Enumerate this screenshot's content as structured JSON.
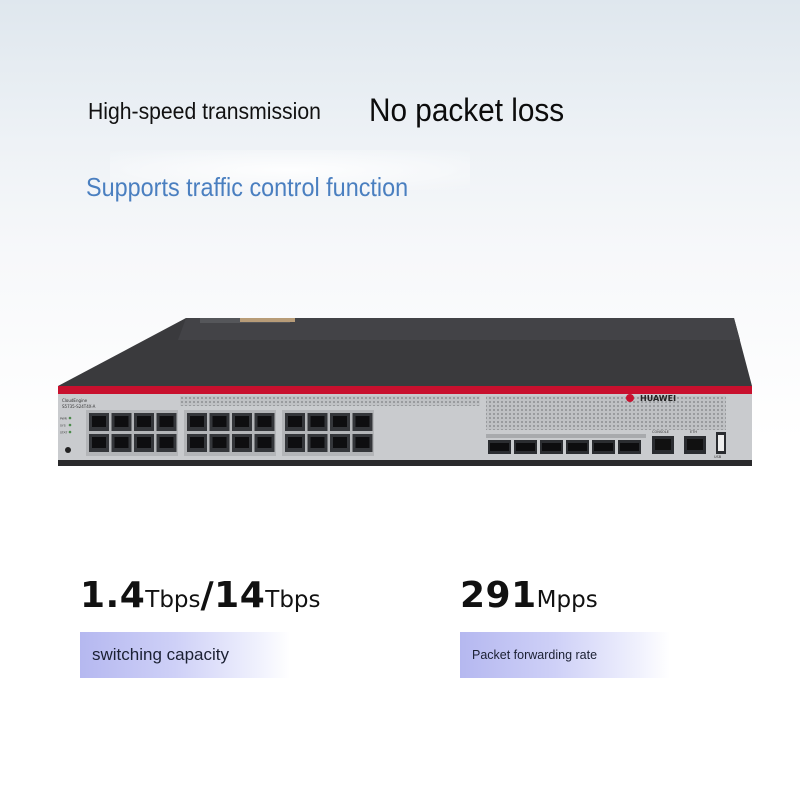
{
  "headline": {
    "primary": "High-speed transmission",
    "secondary": "No packet loss"
  },
  "subheadline": "Supports traffic control function",
  "product": {
    "brand": "HUAWEI",
    "model": "S5735-S24T4X-A",
    "series": "CloudEngine",
    "accent_color": "#c8102e",
    "body_color": "#3a3a3d",
    "panel_color": "#c9cbce",
    "ports": {
      "rj45_groups": 3,
      "rj45_per_group": 8,
      "sfp_count": 6,
      "console_label": "CONSOLE",
      "eth_label": "ETH",
      "usb_label": "USB"
    },
    "status_leds": [
      "PWR",
      "SYS",
      "STAT"
    ]
  },
  "specs": [
    {
      "value": "1.4",
      "unit": "Tbps",
      "separator": "/",
      "value2": "14",
      "unit2": "Tbps",
      "label": "switching capacity"
    },
    {
      "value": "291",
      "unit": "Mpps",
      "label": "Packet forwarding rate"
    }
  ],
  "colors": {
    "subheadline": "#4a7fc0",
    "label_band": "#b5b8f0"
  }
}
